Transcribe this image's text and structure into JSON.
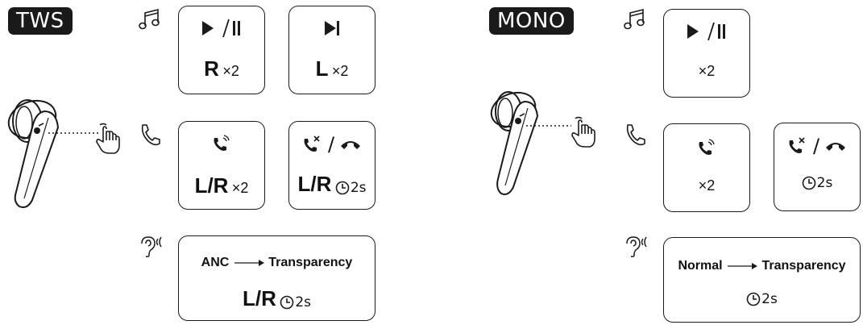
{
  "tws": {
    "badge": "TWS",
    "music": {
      "play_pause": {
        "key": "R",
        "mult": "×2"
      },
      "next": {
        "key": "L",
        "mult": "×2"
      }
    },
    "call": {
      "answer": {
        "key": "L/R",
        "mult": "×2"
      },
      "reject": {
        "key": "L/R",
        "hold": "2s"
      }
    },
    "anc": {
      "from": "ANC",
      "to": "Transparency",
      "key": "L/R",
      "hold": "2s"
    }
  },
  "mono": {
    "badge": "MONO",
    "music": {
      "play_pause": {
        "mult": "×2"
      }
    },
    "call": {
      "answer": {
        "mult": "×2"
      },
      "reject": {
        "hold": "2s"
      }
    },
    "anc": {
      "from": "Normal",
      "to": "Transparency",
      "hold": "2s"
    }
  }
}
